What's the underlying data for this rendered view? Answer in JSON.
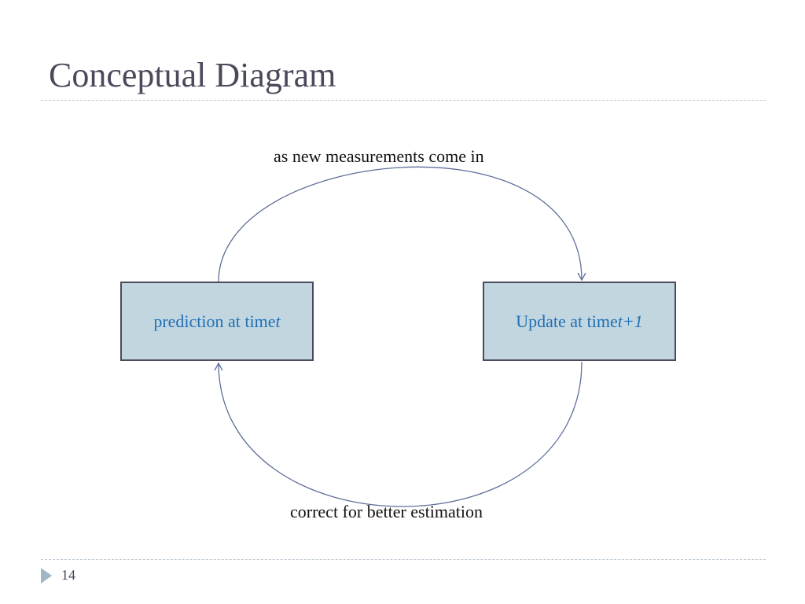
{
  "slide": {
    "title": "Conceptual Diagram",
    "page_number": "14"
  },
  "diagram": {
    "left_box": {
      "text": "prediction at time ",
      "variable": "t"
    },
    "right_box": {
      "text": "Update at time ",
      "variable": "t+1"
    },
    "top_caption": "as new measurements come in",
    "bottom_caption": "correct for better estimation"
  },
  "colors": {
    "box_fill": "#c2d6df",
    "box_text": "#1f6fb5",
    "arrow": "#5f6f9a",
    "title": "#4a4a5c"
  }
}
